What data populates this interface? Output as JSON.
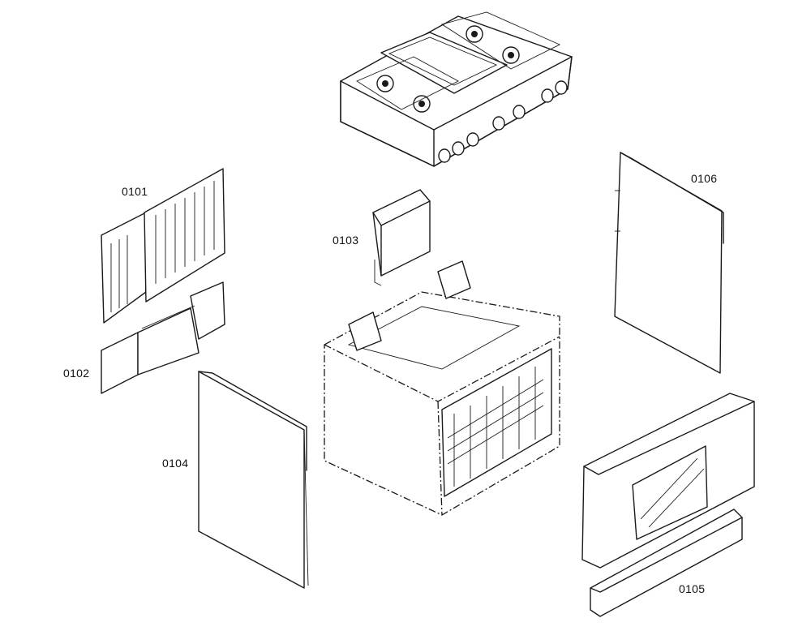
{
  "diagram": {
    "parts": [
      {
        "id": "p0101",
        "label": "0101"
      },
      {
        "id": "p0102",
        "label": "0102"
      },
      {
        "id": "p0103",
        "label": "0103"
      },
      {
        "id": "p0104",
        "label": "0104"
      },
      {
        "id": "p0105",
        "label": "0105"
      },
      {
        "id": "p0106",
        "label": "0106"
      }
    ]
  }
}
